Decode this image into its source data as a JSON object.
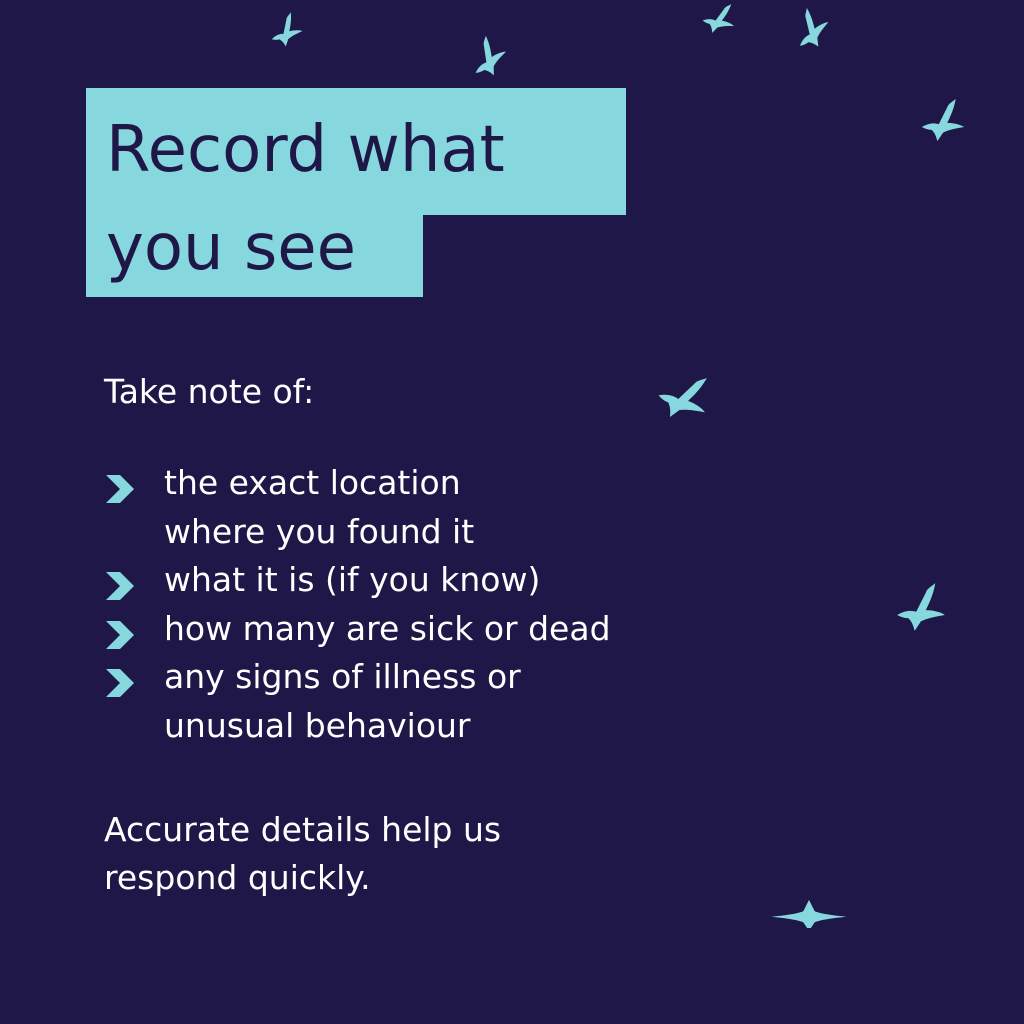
{
  "title": {
    "line1": "Record what",
    "line2": "you see"
  },
  "intro": "Take note of:",
  "list": [
    {
      "lines": [
        "the exact location",
        "where you found it"
      ]
    },
    {
      "lines": [
        "what it is (if you know)"
      ]
    },
    {
      "lines": [
        "how many are sick or dead"
      ]
    },
    {
      "lines": [
        "any signs of illness or",
        "unusual behaviour"
      ]
    }
  ],
  "outro": {
    "line1": "Accurate details help us",
    "line2": "respond quickly."
  },
  "icons": {
    "bullet": "chevron-right-icon",
    "decoration": "bird-icon"
  },
  "colors": {
    "background": "#1f1747",
    "accent": "#86d8de",
    "text": "#ffffff"
  }
}
